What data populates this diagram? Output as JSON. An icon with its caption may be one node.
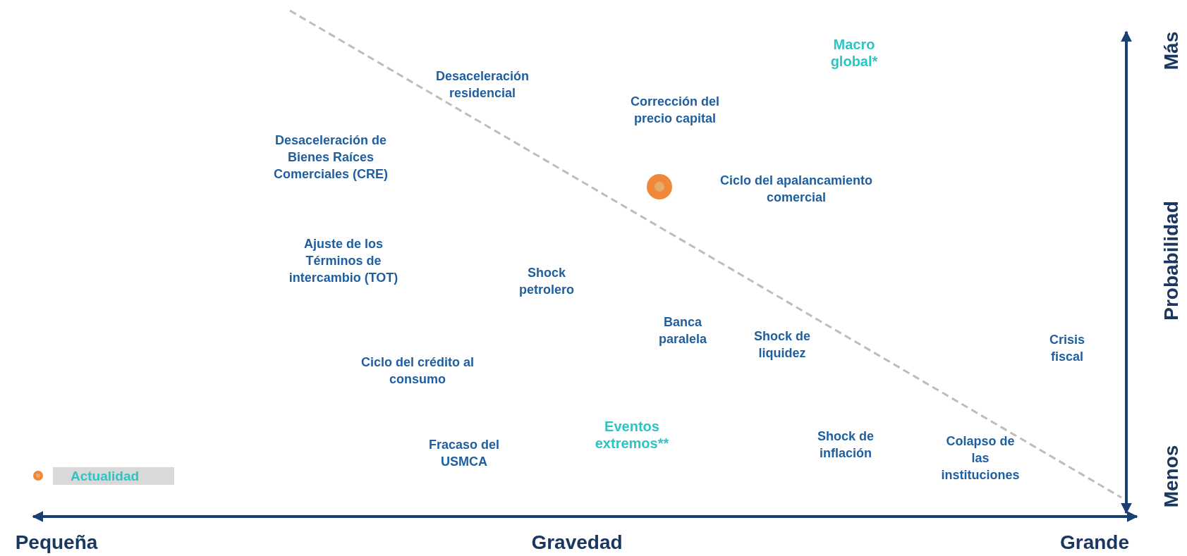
{
  "diagram": {
    "labels": [
      "Macro global*",
      "Desaceleración residencial",
      "Corrección del precio capital",
      "Desaceleración de Bienes Raíces Comerciales (CRE)",
      "Ciclo del apalancamiento comercial",
      "Ajuste de los Términos de intercambio (TOT)",
      "Shock petrolero",
      "Banca paralela",
      "Shock de liquidez",
      "Crisis fiscal",
      "Ciclo del crédito al consumo",
      "Eventos extremos**",
      "Fracaso del USMCA",
      "Shock de inflación",
      "Colapso de las instituciones",
      "Más",
      "Probabilidad",
      "Menos",
      "Pequeña",
      "Gravedad",
      "Grande"
    ],
    "legend": [
      {
        "text": "Actualidad",
        "color": "#f0883a"
      }
    ]
  }
}
